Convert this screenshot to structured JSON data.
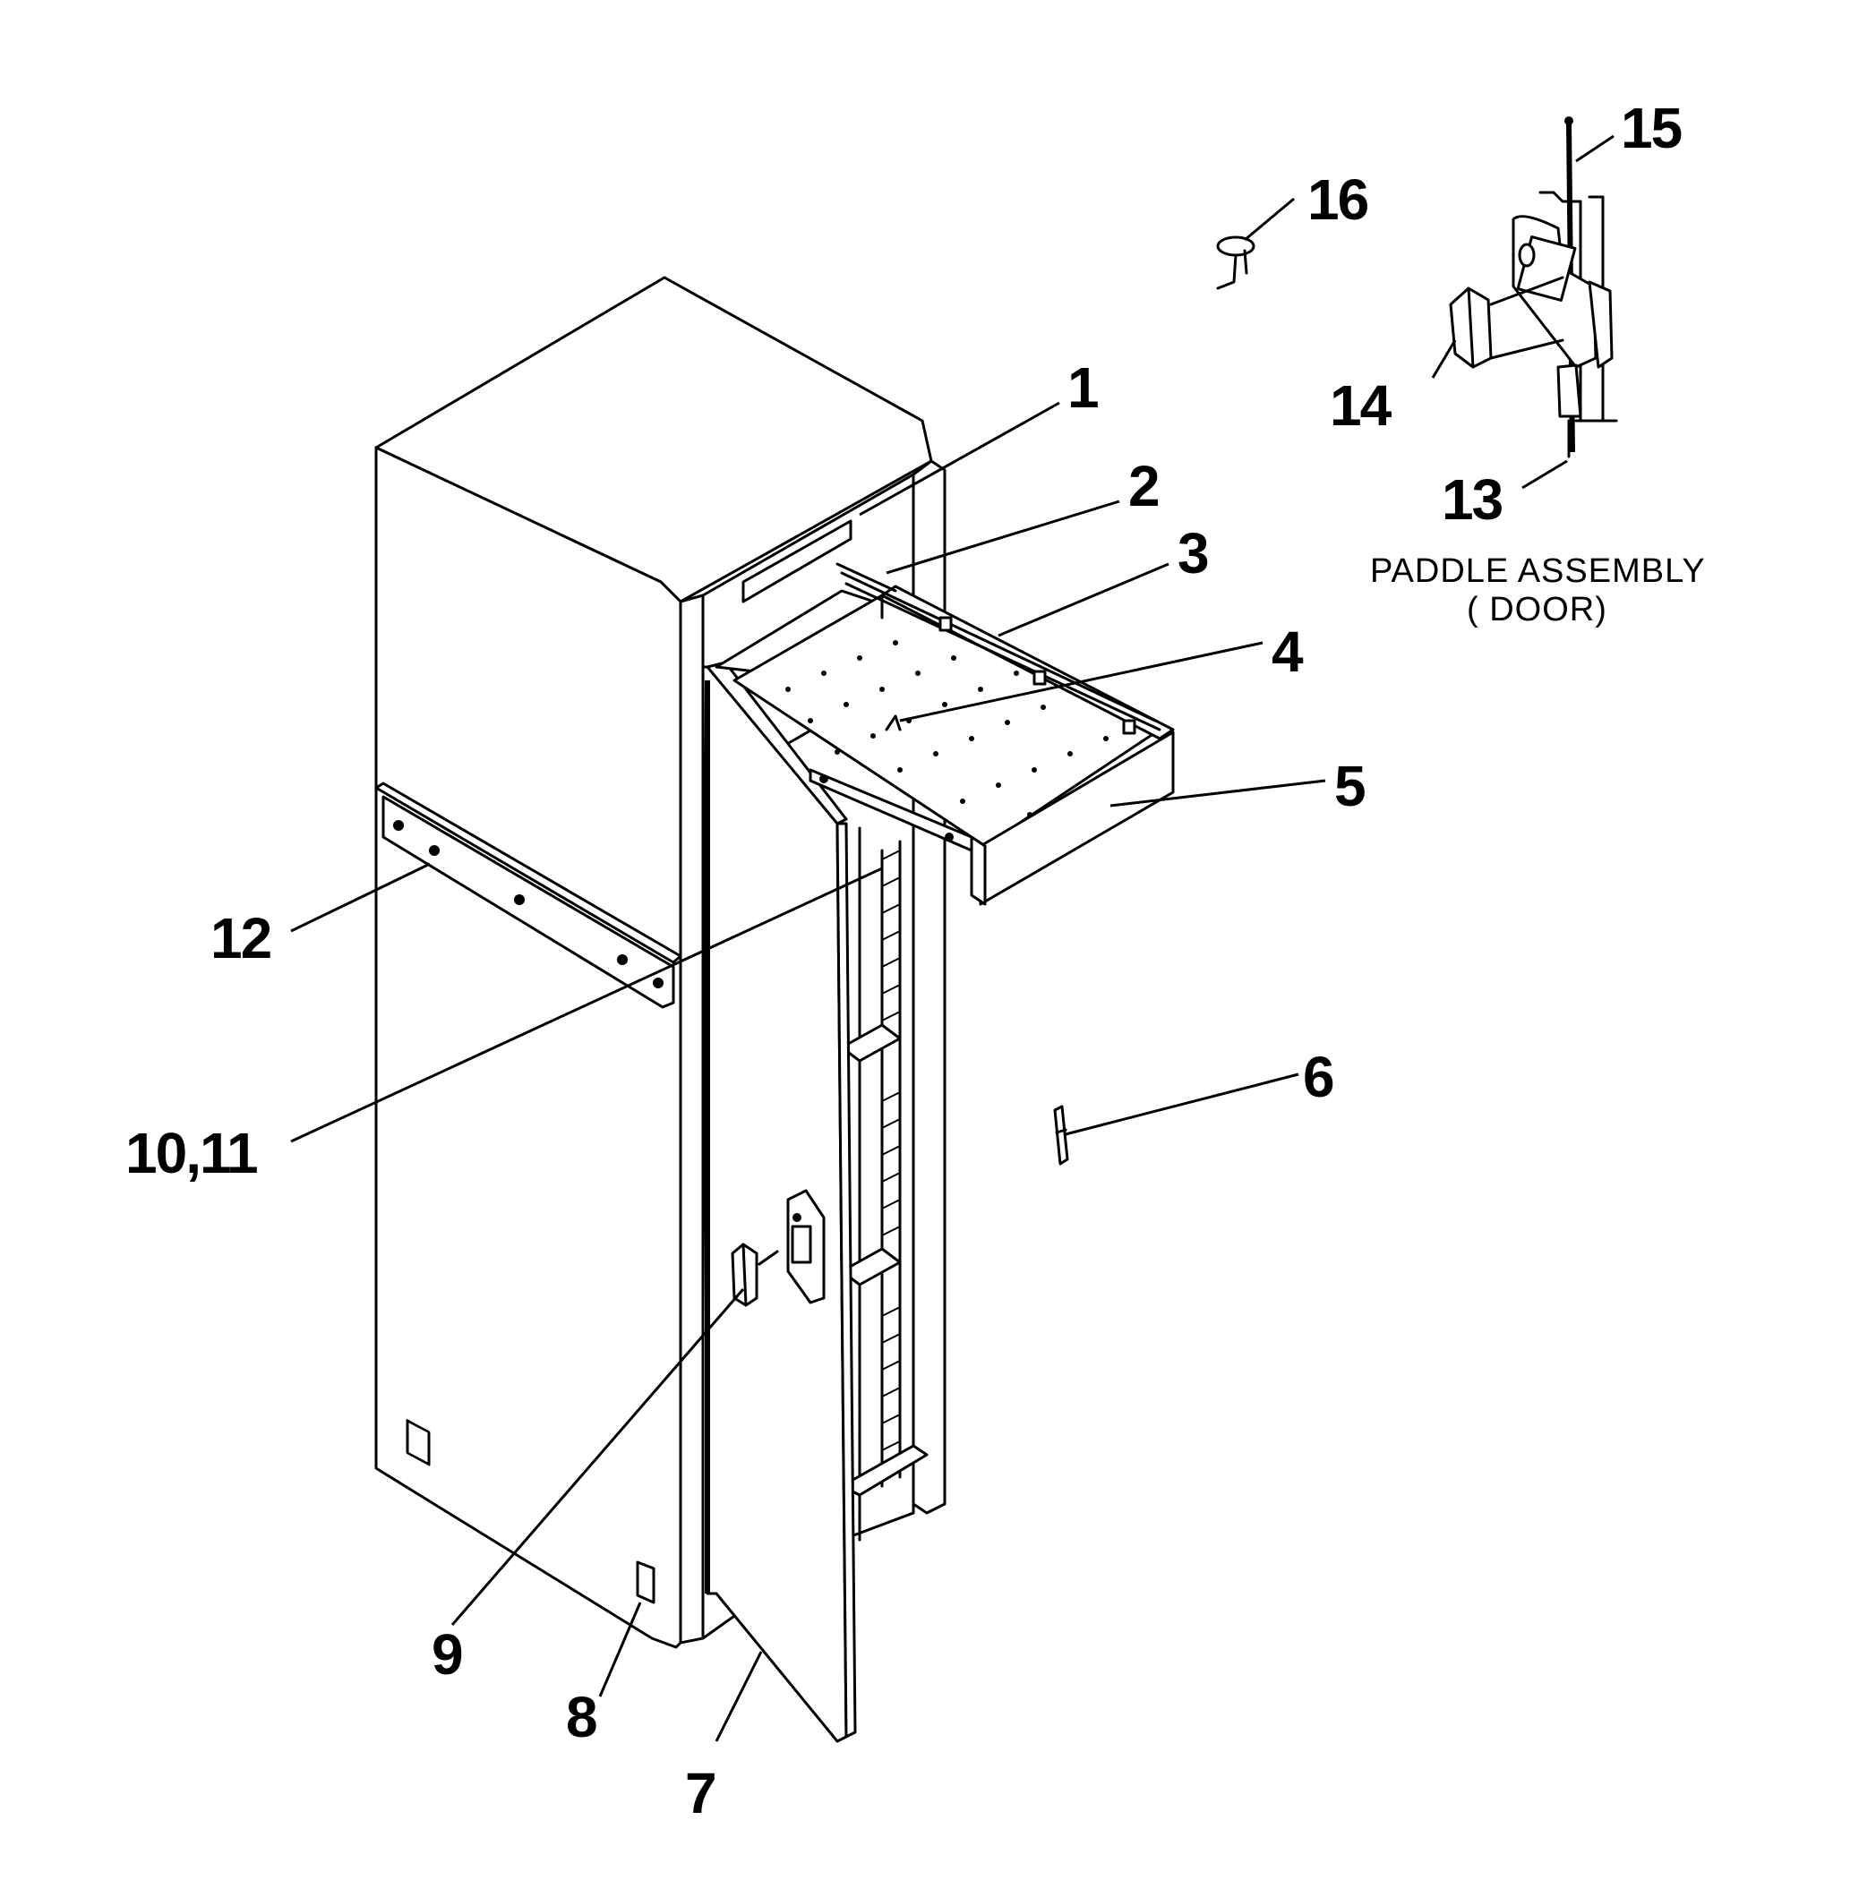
{
  "figure": {
    "callouts": [
      {
        "id": "c1",
        "text": "1"
      },
      {
        "id": "c2",
        "text": "2"
      },
      {
        "id": "c3",
        "text": "3"
      },
      {
        "id": "c4",
        "text": "4"
      },
      {
        "id": "c5",
        "text": "5"
      },
      {
        "id": "c6",
        "text": "6"
      },
      {
        "id": "c7",
        "text": "7"
      },
      {
        "id": "c8",
        "text": "8"
      },
      {
        "id": "c9",
        "text": "9"
      },
      {
        "id": "c1011",
        "text": "10,11"
      },
      {
        "id": "c12",
        "text": "12"
      },
      {
        "id": "c13",
        "text": "13"
      },
      {
        "id": "c14",
        "text": "14"
      },
      {
        "id": "c15",
        "text": "15"
      },
      {
        "id": "c16",
        "text": "16"
      }
    ],
    "inset": {
      "caption_line1": "PADDLE ASSEMBLY",
      "caption_line2": "( DOOR)"
    }
  }
}
